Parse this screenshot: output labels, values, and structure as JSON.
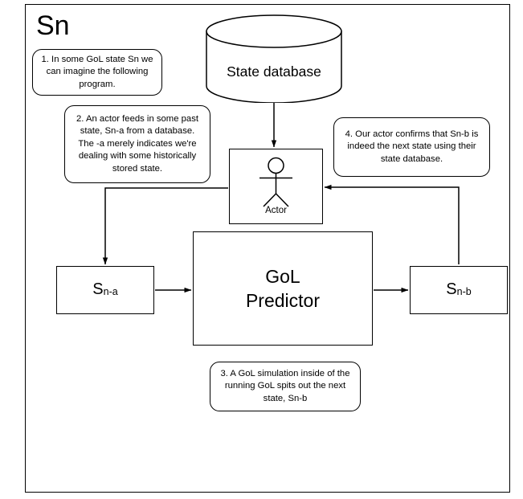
{
  "diagram": {
    "title": "Sn",
    "outer_frame": {
      "present": true
    },
    "nodes": {
      "database": {
        "shape": "cylinder",
        "label": "State database"
      },
      "actor": {
        "shape": "rectangle-with-stick-figure",
        "caption": "Actor"
      },
      "predictor": {
        "shape": "rectangle",
        "line1": "GoL",
        "line2": "Predictor"
      },
      "state_input": {
        "shape": "rectangle",
        "base": "S",
        "subscript": "n-a"
      },
      "state_output": {
        "shape": "rectangle",
        "base": "S",
        "subscript": "n-b"
      }
    },
    "notes": [
      {
        "id": "note-1",
        "text": "1. In some GoL state Sn we can imagine the following program."
      },
      {
        "id": "note-2",
        "text": "2. An actor feeds in some past state, Sn-a from a database. The -a merely indicates we're dealing with some historically stored state."
      },
      {
        "id": "note-3",
        "text": "3. A GoL simulation inside of the running GoL spits out the next state, Sn-b"
      },
      {
        "id": "note-4",
        "text": "4. Our actor confirms that Sn-b is indeed the next state using their state database."
      }
    ],
    "edges": [
      {
        "id": "edge-db-to-actor",
        "from": "database",
        "to": "actor",
        "arrow": "down"
      },
      {
        "id": "edge-actor-to-sna",
        "from": "actor",
        "to": "state_input",
        "arrow": "down"
      },
      {
        "id": "edge-sna-to-gol",
        "from": "state_input",
        "to": "predictor",
        "arrow": "right"
      },
      {
        "id": "edge-gol-to-snb",
        "from": "predictor",
        "to": "state_output",
        "arrow": "right"
      },
      {
        "id": "edge-snb-to-actor",
        "from": "state_output",
        "to": "actor",
        "arrow": "left"
      }
    ],
    "style": {
      "stroke": "#000000",
      "background": "#ffffff"
    }
  }
}
